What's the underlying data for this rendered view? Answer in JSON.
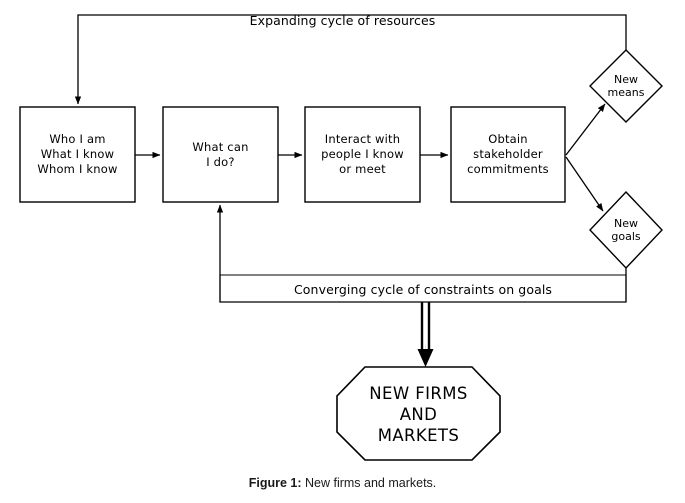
{
  "figure": {
    "caption_label": "Figure 1:",
    "caption_text": " New firms and markets."
  },
  "colors": {
    "stroke": "#000000",
    "background": "#ffffff",
    "text": "#000000"
  },
  "diagram": {
    "type": "flowchart",
    "title": "New firms and markets",
    "process_boxes": [
      {
        "id": "who-i-am",
        "label": "Who I am\nWhat I know\nWhom I know"
      },
      {
        "id": "what-can-i-do",
        "label": "What can\nI do?"
      },
      {
        "id": "interact",
        "label": "Interact with\npeople I know\nor meet"
      },
      {
        "id": "commitments",
        "label": "Obtain\nstakeholder\ncommitments"
      }
    ],
    "decision_diamonds": [
      {
        "id": "new-means",
        "label": "New\nmeans"
      },
      {
        "id": "new-goals",
        "label": "New\ngoals"
      }
    ],
    "terminal": {
      "id": "new-firms-and-markets",
      "label": "NEW FIRMS\nAND\nMARKETS"
    },
    "edge_labels": [
      {
        "id": "expanding-cycle",
        "label": "Expanding cycle of resources"
      },
      {
        "id": "converging-cycle",
        "label": "Converging cycle of constraints on goals"
      }
    ]
  }
}
